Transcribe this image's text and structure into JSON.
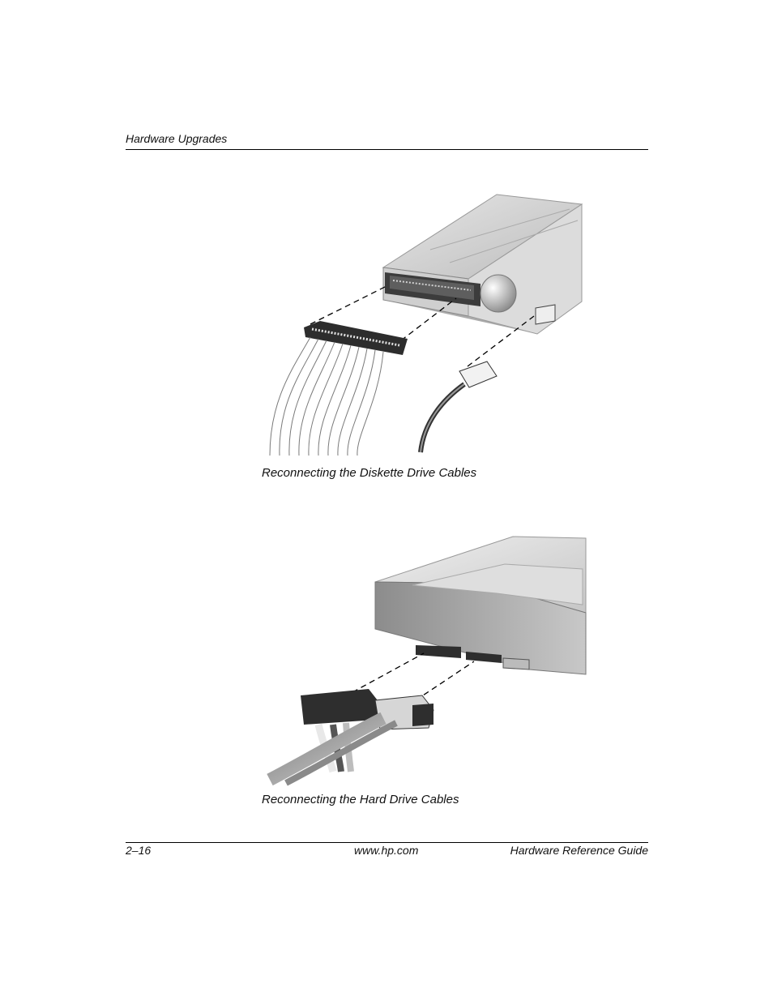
{
  "header": {
    "section": "Hardware Upgrades"
  },
  "figures": [
    {
      "caption": "Reconnecting the Diskette Drive Cables"
    },
    {
      "caption": "Reconnecting the Hard Drive Cables"
    }
  ],
  "footer": {
    "page_number": "2–16",
    "url": "www.hp.com",
    "guide_title": "Hardware Reference Guide"
  }
}
